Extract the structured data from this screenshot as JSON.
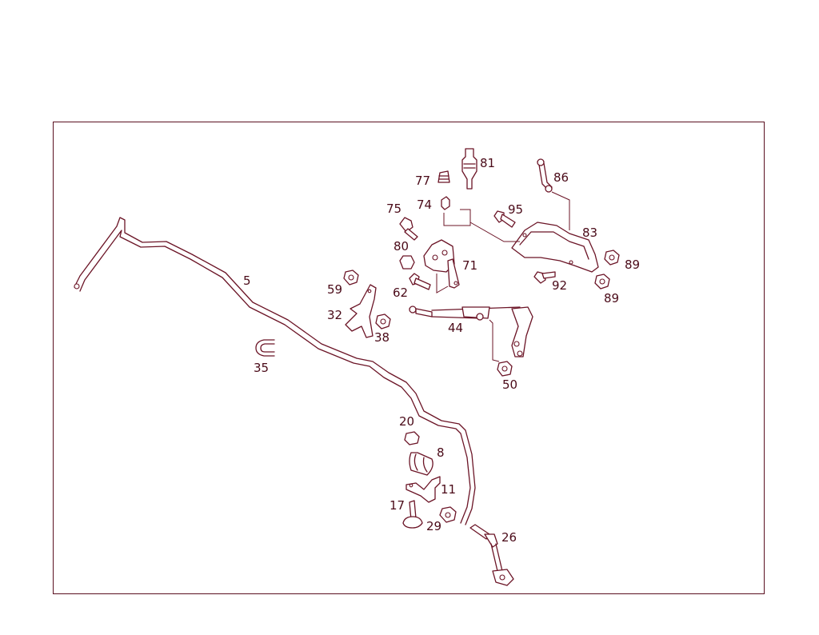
{
  "labels": {
    "p5": "5",
    "p8": "8",
    "p11": "11",
    "p17": "17",
    "p20": "20",
    "p26": "26",
    "p29": "29",
    "p32": "32",
    "p35": "35",
    "p38": "38",
    "p44": "44",
    "p50": "50",
    "p59": "59",
    "p62": "62",
    "p71": "71",
    "p74": "74",
    "p75": "75",
    "p77": "77",
    "p80": "80",
    "p81": "81",
    "p83": "83",
    "p86": "86",
    "p89a": "89",
    "p89b": "89",
    "p92": "92",
    "p95": "95"
  },
  "colors": {
    "line": "#6b1426",
    "label": "#4a0a18",
    "frame": "#5a1020"
  }
}
